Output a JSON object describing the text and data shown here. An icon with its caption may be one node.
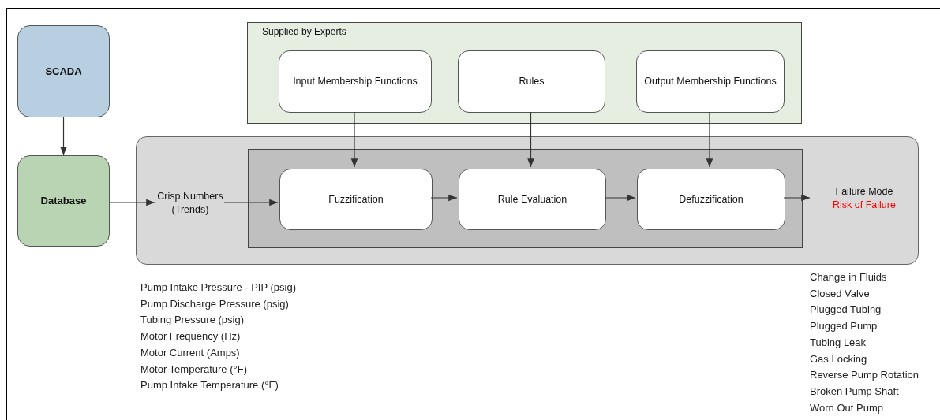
{
  "diagram": {
    "nodes": [
      {
        "text": [
          "SCADA"
        ]
      },
      {
        "text": [
          "Database"
        ]
      },
      {
        "text": [
          "Supplied by Experts"
        ]
      },
      {
        "text": [
          "Input Membership Functions"
        ],
        "in": 2
      },
      {
        "text": [
          "Rules"
        ],
        "in": 2
      },
      {
        "text": [
          "Output Membership Functions"
        ],
        "in": 2
      },
      {
        "text": [],
        "shape": "box"
      },
      {
        "text": [
          "Crisp Numbers (Trends)"
        ],
        "in": 6
      },
      {
        "text": [],
        "shape": "box",
        "in": 6
      },
      {
        "text": [
          "Fuzzification"
        ],
        "in": 8
      },
      {
        "text": [
          "Rule Evaluation"
        ],
        "in": 8
      },
      {
        "text": [
          "Defuzzification"
        ],
        "in": 8
      },
      {
        "text": [
          "Failure Mode",
          "Risk of Failure"
        ],
        "in": 6
      }
    ],
    "edges": [
      {
        "from": 0,
        "to": 1,
        "arrow": "to"
      },
      {
        "from": 1,
        "to": 7,
        "arrow": "to"
      },
      {
        "from": 3,
        "to": 9,
        "arrow": "to"
      },
      {
        "from": 4,
        "to": 10,
        "arrow": "to"
      },
      {
        "from": 5,
        "to": 11,
        "arrow": "to"
      },
      {
        "from": 7,
        "to": 9,
        "arrow": "to"
      },
      {
        "from": 9,
        "to": 10,
        "arrow": "to"
      },
      {
        "from": 10,
        "to": 11,
        "arrow": "to"
      },
      {
        "from": 11,
        "to": 12,
        "arrow": "to"
      }
    ],
    "labels": [
      "Pump Intake Pressure - PIP (psig)",
      "Pump Discharge Pressure (psig)",
      "Tubing Pressure (psig)",
      "Motor Frequency (Hz)",
      "Motor Current (Amps)",
      "Motor Temperature (°F)",
      "Pump Intake Temperature (°F)",
      "Change in Fluids",
      "Closed Valve",
      "Plugged Tubing",
      "Plugged Pump",
      "Tubing Leak",
      "Gas Locking",
      "Reverse Pump Rotation",
      "Broken Pump Shaft",
      "Worn Out Pump"
    ]
  }
}
